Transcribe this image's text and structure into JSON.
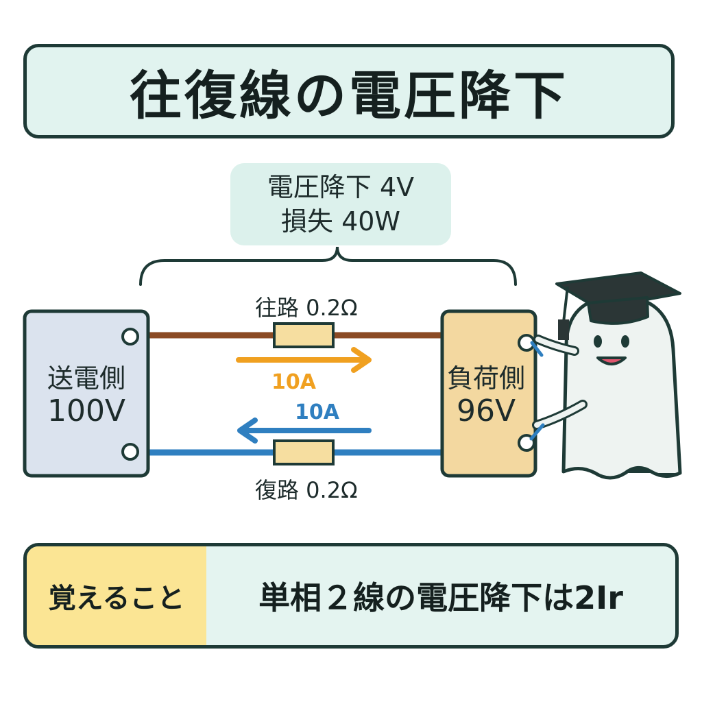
{
  "title": "往復線の電圧降下",
  "summary": {
    "line1": "電圧降下 4V",
    "line2": "損失 40W"
  },
  "outgoing": {
    "label": "往路 0.2Ω",
    "current": "10A"
  },
  "return": {
    "label": "復路 0.2Ω",
    "current": "10A"
  },
  "source": {
    "name": "送電側",
    "voltage": "100V"
  },
  "load": {
    "name": "負荷側",
    "voltage": "96V"
  },
  "bottom": {
    "tag": "覚えること",
    "rule": "単相２線の電圧降下は2Ir"
  },
  "colors": {
    "outgoing_wire": "#8b4a24",
    "return_wire": "#2f7fc0",
    "outgoing_arrow": "#f0a020",
    "return_arrow": "#2f7fc0",
    "source_fill": "#dbe3ee",
    "load_fill": "#f3d8a0",
    "resistor_fill": "#f6dea0"
  }
}
